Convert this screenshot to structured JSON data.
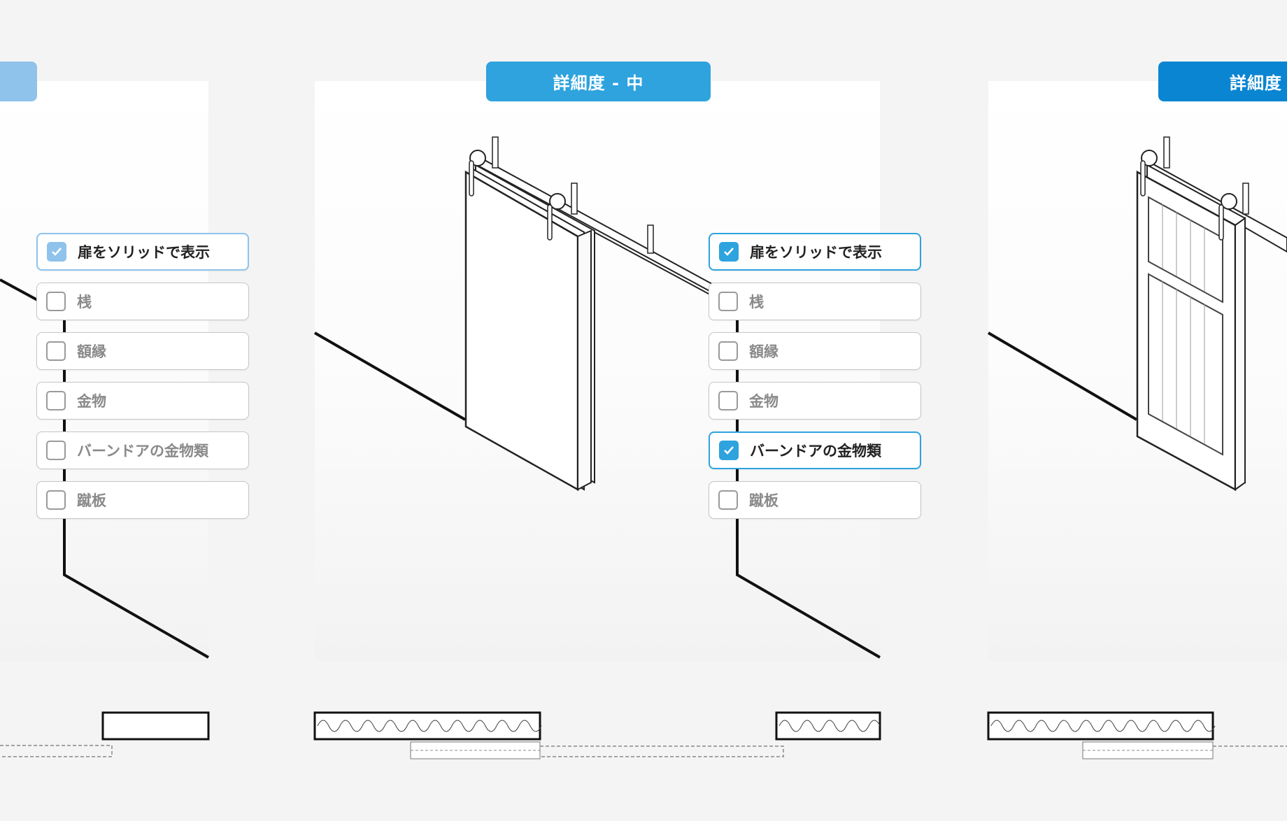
{
  "panels": [
    {
      "id": "left",
      "tab_label": "",
      "tab_color": "#8fc3ec",
      "accent": "#8fc3ec",
      "options": [
        {
          "label": "扉をソリッドで表示",
          "checked": true
        },
        {
          "label": "桟",
          "checked": false
        },
        {
          "label": "額縁",
          "checked": false
        },
        {
          "label": "金物",
          "checked": false
        },
        {
          "label": "バーンドアの金物類",
          "checked": false
        },
        {
          "label": "蹴板",
          "checked": false
        }
      ]
    },
    {
      "id": "middle",
      "tab_label": "詳細度 - 中",
      "tab_color": "#2ea3de",
      "accent": "#2ea3de",
      "options": [
        {
          "label": "扉をソリッドで表示",
          "checked": true
        },
        {
          "label": "桟",
          "checked": false
        },
        {
          "label": "額縁",
          "checked": false
        },
        {
          "label": "金物",
          "checked": false
        },
        {
          "label": "バーンドアの金物類",
          "checked": true
        },
        {
          "label": "蹴板",
          "checked": false
        }
      ]
    },
    {
      "id": "right",
      "tab_label": "詳細度 -",
      "tab_color": "#0a85d2",
      "accent": "#0a85d2",
      "options": []
    }
  ],
  "icons": {
    "check": "checkmark-icon"
  }
}
